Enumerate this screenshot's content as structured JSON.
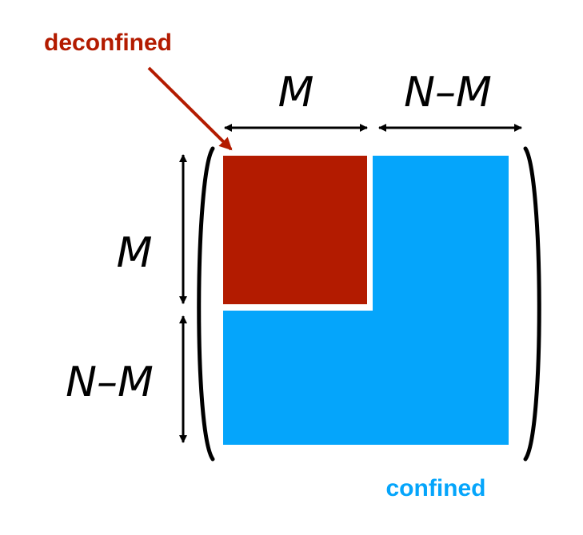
{
  "labels": {
    "deconfined": "deconfined",
    "confined": "confined",
    "top_left": "M",
    "top_right": "N–M",
    "left_top": "M",
    "left_bottom": "N–M"
  },
  "colors": {
    "deconfined": "#b31b00",
    "confined": "#05a5fb",
    "arrows": "#000000",
    "pointer": "#b31b00"
  }
}
